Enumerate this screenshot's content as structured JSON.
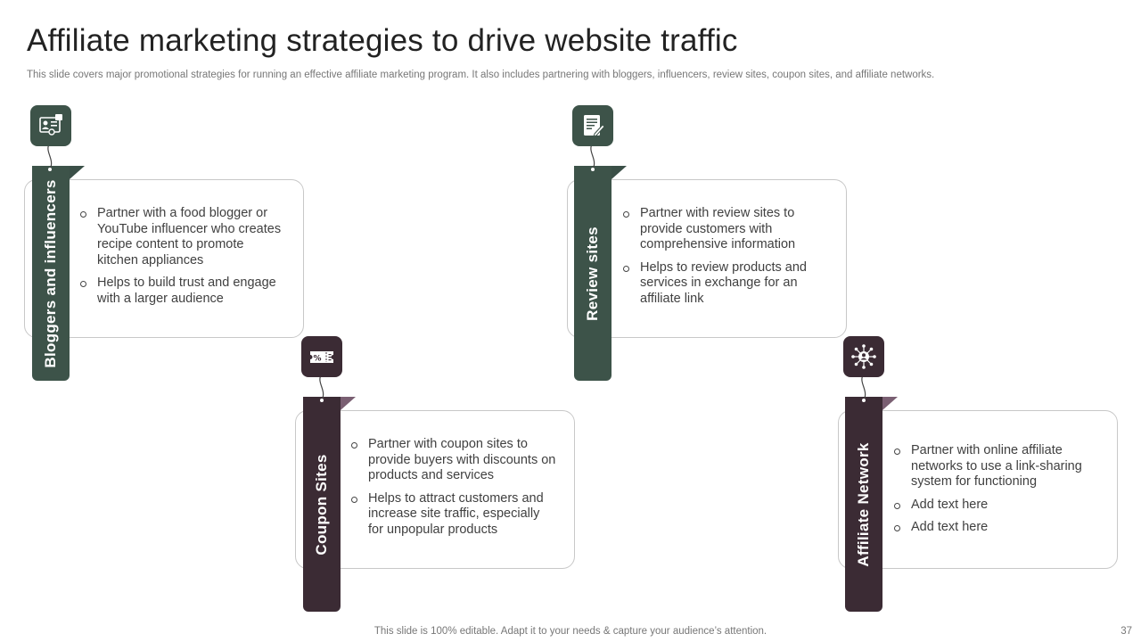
{
  "header": {
    "title": "Affiliate marketing strategies to drive website traffic",
    "subtitle": "This slide covers major promotional strategies for running an effective  affiliate marketing program. It also includes partnering with bloggers, influencers, review sites, coupon sites, and affiliate networks."
  },
  "strategies": [
    {
      "label": "Bloggers and influencers",
      "icon": "blogger-profile-icon",
      "points": [
        "Partner with a food blogger or YouTube influencer who creates recipe content to promote kitchen appliances",
        "Helps to build trust and engage with a larger audience"
      ]
    },
    {
      "label": "Coupon Sites",
      "icon": "coupon-ticket-icon",
      "points": [
        "Partner with coupon sites to provide buyers with discounts on products and services",
        "Helps to attract customers and increase site traffic, especially for unpopular products"
      ]
    },
    {
      "label": "Review sites",
      "icon": "review-document-icon",
      "points": [
        "Partner with review sites to provide customers with comprehensive information",
        "Helps to review products and services in exchange for an affiliate link"
      ]
    },
    {
      "label": "Affiliate Network",
      "icon": "network-hub-icon",
      "points": [
        "Partner with online affiliate networks to use a link-sharing system for functioning",
        "Add text here",
        "Add text here"
      ]
    }
  ],
  "footer": {
    "note": "This slide is 100% editable. Adapt it to your needs & capture your audience’s attention.",
    "page_number": "37"
  },
  "colors": {
    "green": "#3d5349",
    "plum": "#3b2b34",
    "card_border": "#c8c8c8"
  }
}
